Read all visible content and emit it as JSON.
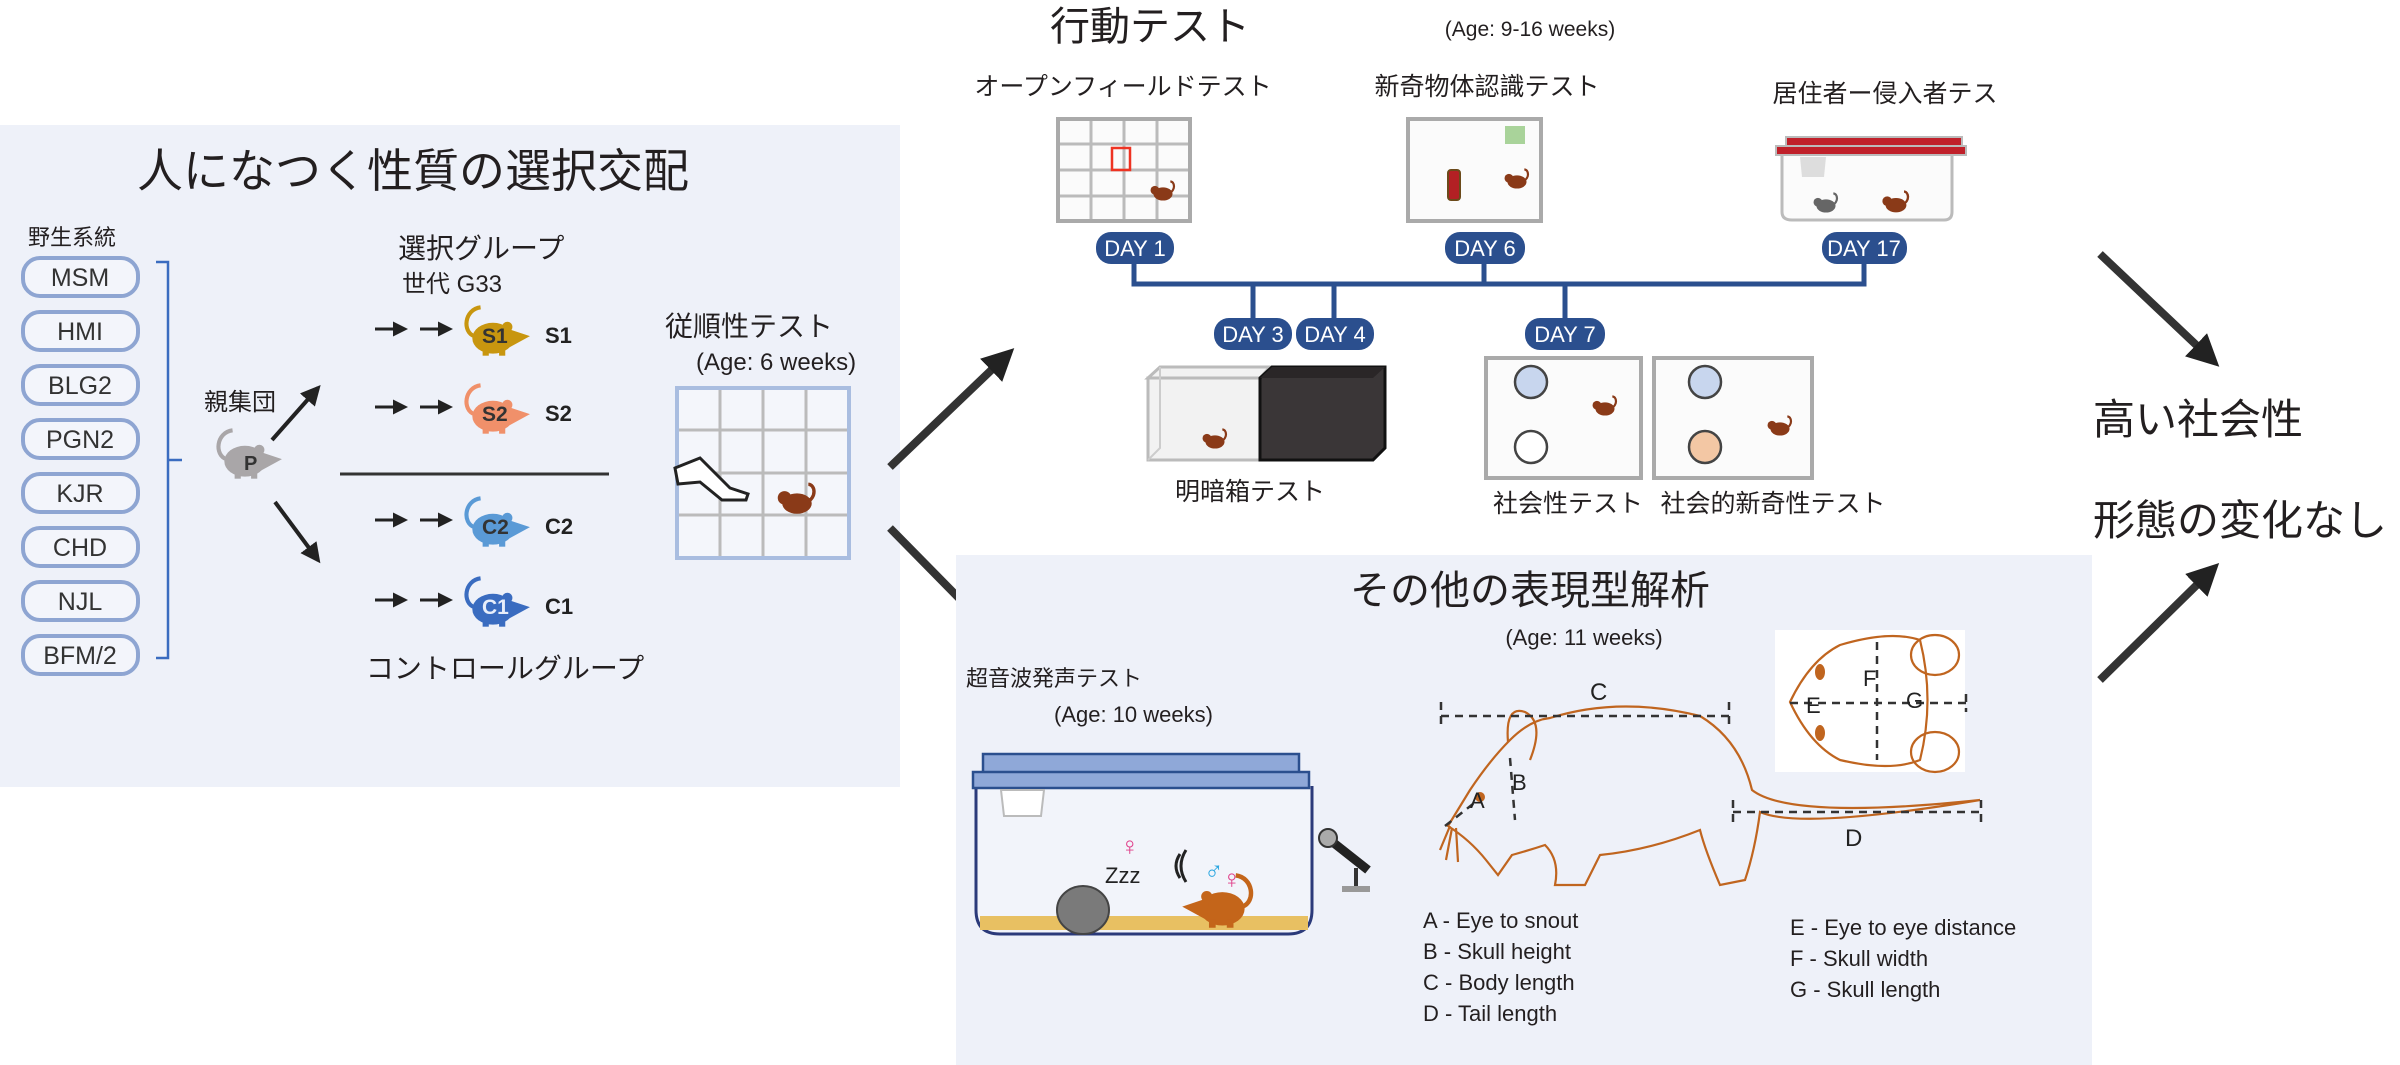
{
  "selection": {
    "title": "人になつく性質の選択交配",
    "wild_label": "野生系統",
    "strains": [
      "MSM",
      "HMI",
      "BLG2",
      "PGN2",
      "KJR",
      "CHD",
      "NJL",
      "BFM/2"
    ],
    "parent_label": "親集団",
    "parent_icon": "P",
    "selected_label": "選択グループ",
    "generation": "世代 G33",
    "groups": [
      {
        "icon": "S1",
        "label": "S1",
        "color": "#c8960f"
      },
      {
        "icon": "S2",
        "label": "S2",
        "color": "#f0906a"
      },
      {
        "icon": "C2",
        "label": "C2",
        "color": "#5a9ad6"
      },
      {
        "icon": "C1",
        "label": "C1",
        "color": "#3a6cc0"
      }
    ],
    "control_label": "コントロールグループ",
    "tameness_test": "従順性テスト",
    "tameness_age": "(Age: 6 weeks)"
  },
  "behavior": {
    "title": "行動テスト",
    "age": "(Age: 9-16 weeks)",
    "tests": {
      "open_field": "オープンフィールドテスト",
      "novel_object": "新奇物体認識テスト",
      "resident_intruder": "居住者ー侵入者テス",
      "light_dark": "明暗箱テスト",
      "sociability": "社会性テスト",
      "social_novelty": "社会的新奇性テスト"
    },
    "days": {
      "d1": "DAY 1",
      "d3": "DAY 3",
      "d4": "DAY 4",
      "d6": "DAY 6",
      "d7": "DAY 7",
      "d17": "DAY 17"
    }
  },
  "phenotype": {
    "title": "その他の表現型解析",
    "age": "(Age: 11 weeks)",
    "usv_test": "超音波発声テスト",
    "usv_age": "(Age: 10 weeks)",
    "sleep_symbol": "Zzz",
    "female_symbol": "♀",
    "male_symbol": "♂",
    "measure_labels": {
      "A": "A",
      "B": "B",
      "C": "C",
      "D": "D",
      "E": "E",
      "F": "F",
      "G": "G"
    },
    "legend_left": [
      "A - Eye to snout",
      "B - Skull height",
      "C - Body length",
      "D - Tail length"
    ],
    "legend_right": [
      "E - Eye to eye distance",
      "F - Skull width",
      "G - Skull length"
    ]
  },
  "outcomes": [
    "高い社会性",
    "形態の変化なし"
  ],
  "colors": {
    "panel": "#eef1f9",
    "badge": "#2b4f8e",
    "mouse_brown": "#8a3a18",
    "outline": "#c0651f"
  }
}
